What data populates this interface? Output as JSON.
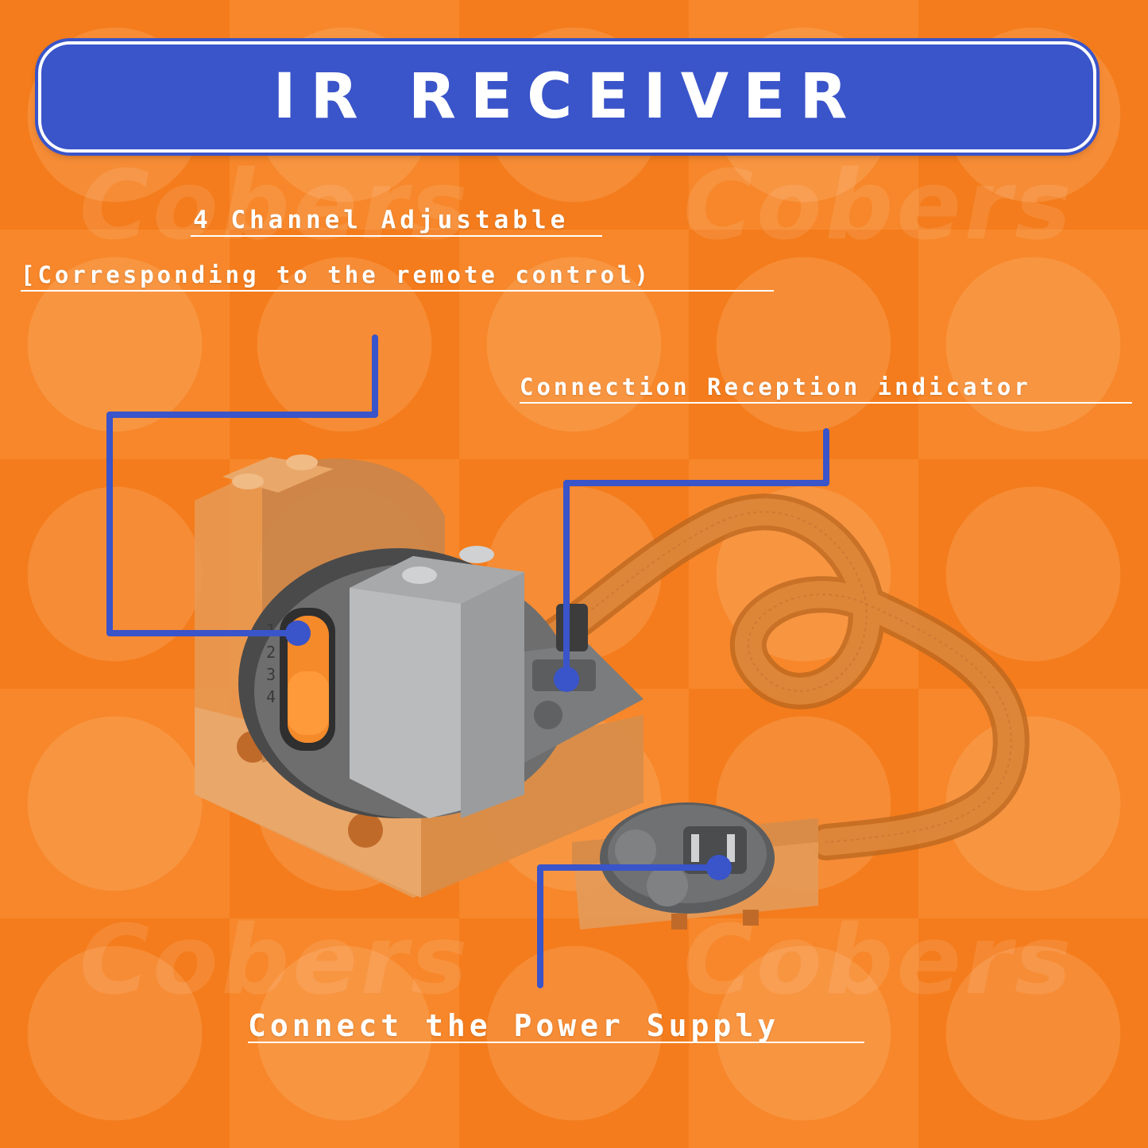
{
  "title": "IR RECEIVER",
  "watermark": "Cobers",
  "callouts": {
    "channel_line1": "4 Channel Adjustable",
    "channel_line2": "[Corresponding to the remote control)",
    "indicator": "Connection Reception indicator",
    "power": "Connect the Power Supply"
  },
  "receiver_channel_numbers": [
    "1",
    "2",
    "3",
    "4"
  ],
  "colors": {
    "background": "#f57f1f",
    "banner": "#3a54c9",
    "leader_line": "#3a54c9",
    "text": "#ffffff"
  }
}
